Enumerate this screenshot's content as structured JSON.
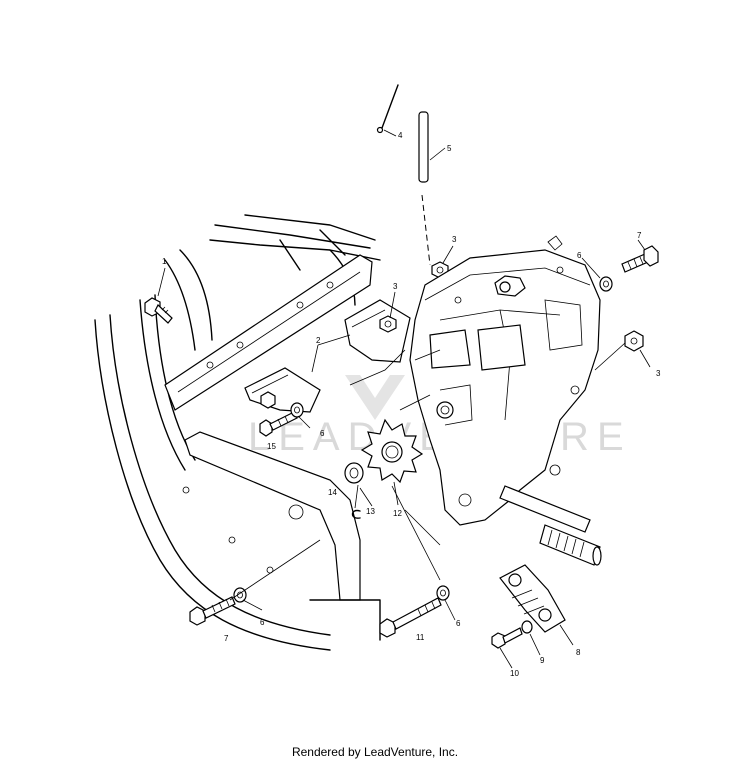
{
  "diagram": {
    "callouts": [
      "1",
      "2",
      "3",
      "3",
      "3",
      "4",
      "5",
      "6",
      "6",
      "6",
      "6",
      "7",
      "7",
      "8",
      "9",
      "10",
      "11",
      "12",
      "13",
      "14",
      "15"
    ]
  },
  "watermark": {
    "text": "LEADVENTURE"
  },
  "footer": {
    "text": "Rendered by LeadVenture, Inc."
  }
}
